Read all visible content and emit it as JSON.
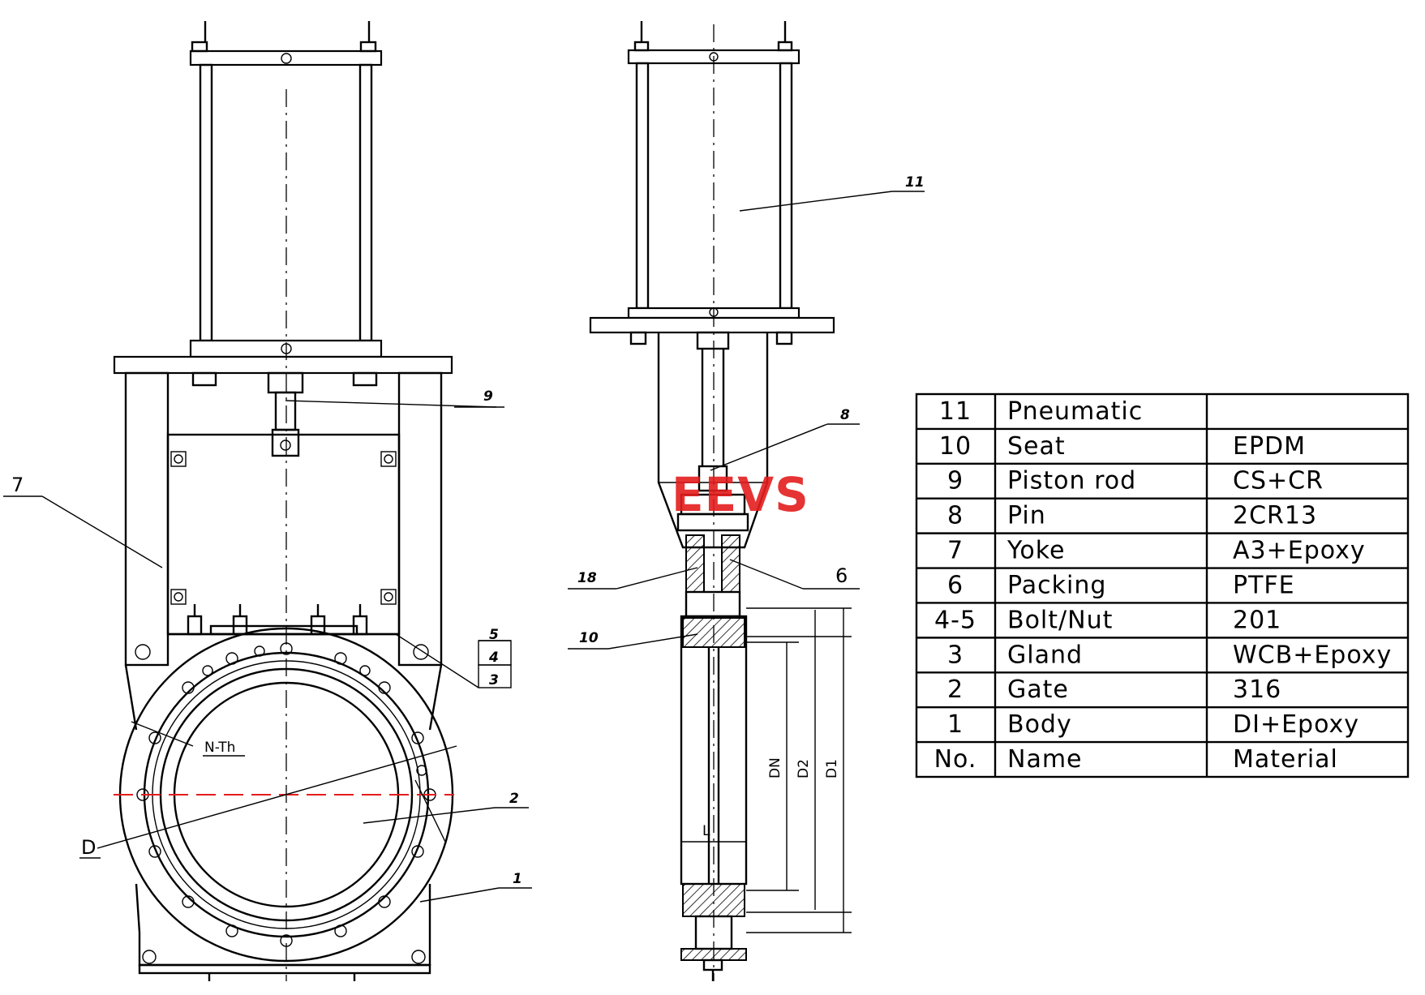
{
  "callouts": {
    "c1": "1",
    "c2": "2",
    "c3": "3",
    "c4": "4",
    "c5": "5",
    "c6": "6",
    "c7": "7",
    "c8": "8",
    "c9": "9",
    "c10": "10",
    "c11": "11",
    "c18": "18",
    "nth": "N-Th",
    "d": "D",
    "l": "L"
  },
  "dimensions": {
    "dn": "DN",
    "d2": "D2",
    "d1": "D1"
  },
  "watermark": "EEVS",
  "parts_table": {
    "rows": [
      {
        "no": "11",
        "name": "Pneumatic",
        "material": ""
      },
      {
        "no": "10",
        "name": "Seat",
        "material": "EPDM"
      },
      {
        "no": "9",
        "name": "Piston rod",
        "material": "CS+CR"
      },
      {
        "no": "8",
        "name": "Pin",
        "material": "2CR13"
      },
      {
        "no": "7",
        "name": "Yoke",
        "material": "A3+Epoxy"
      },
      {
        "no": "6",
        "name": "Packing",
        "material": "PTFE"
      },
      {
        "no": "4-5",
        "name": "Bolt/Nut",
        "material": "201"
      },
      {
        "no": "3",
        "name": "Gland",
        "material": "WCB+Epoxy"
      },
      {
        "no": "2",
        "name": "Gate",
        "material": "316"
      },
      {
        "no": "1",
        "name": "Body",
        "material": "DI+Epoxy"
      }
    ],
    "header": {
      "no": "No.",
      "name": "Name",
      "material": "Material"
    }
  }
}
